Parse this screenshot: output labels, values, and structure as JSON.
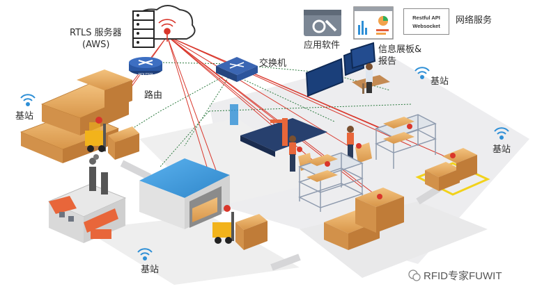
{
  "labels": {
    "rtls_server": "RTLS 服务器",
    "rtls_server_sub": "(AWS)",
    "router": "路由",
    "router_badge": "ROUTER",
    "switch": "交换机",
    "app_software": "应用软件",
    "info_board_1": "信息展板&",
    "info_board_2": "报告",
    "network_service": "网络服务",
    "api_line1": "Restful API",
    "api_line2": "Websocket",
    "base_station_left": "基站",
    "base_station_right_top": "基站",
    "base_station_right": "基站",
    "base_station_bottom": "基站"
  },
  "watermark": "RFID专家FUWIT",
  "colors": {
    "signal_line": "#d9362b",
    "network_line": "#2b7a3e",
    "wifi": "#2e8fd6",
    "pallet": "#e2a65c",
    "rack": "#9aa7b8",
    "roof": "#3f97d9",
    "floor": "#ececee"
  }
}
